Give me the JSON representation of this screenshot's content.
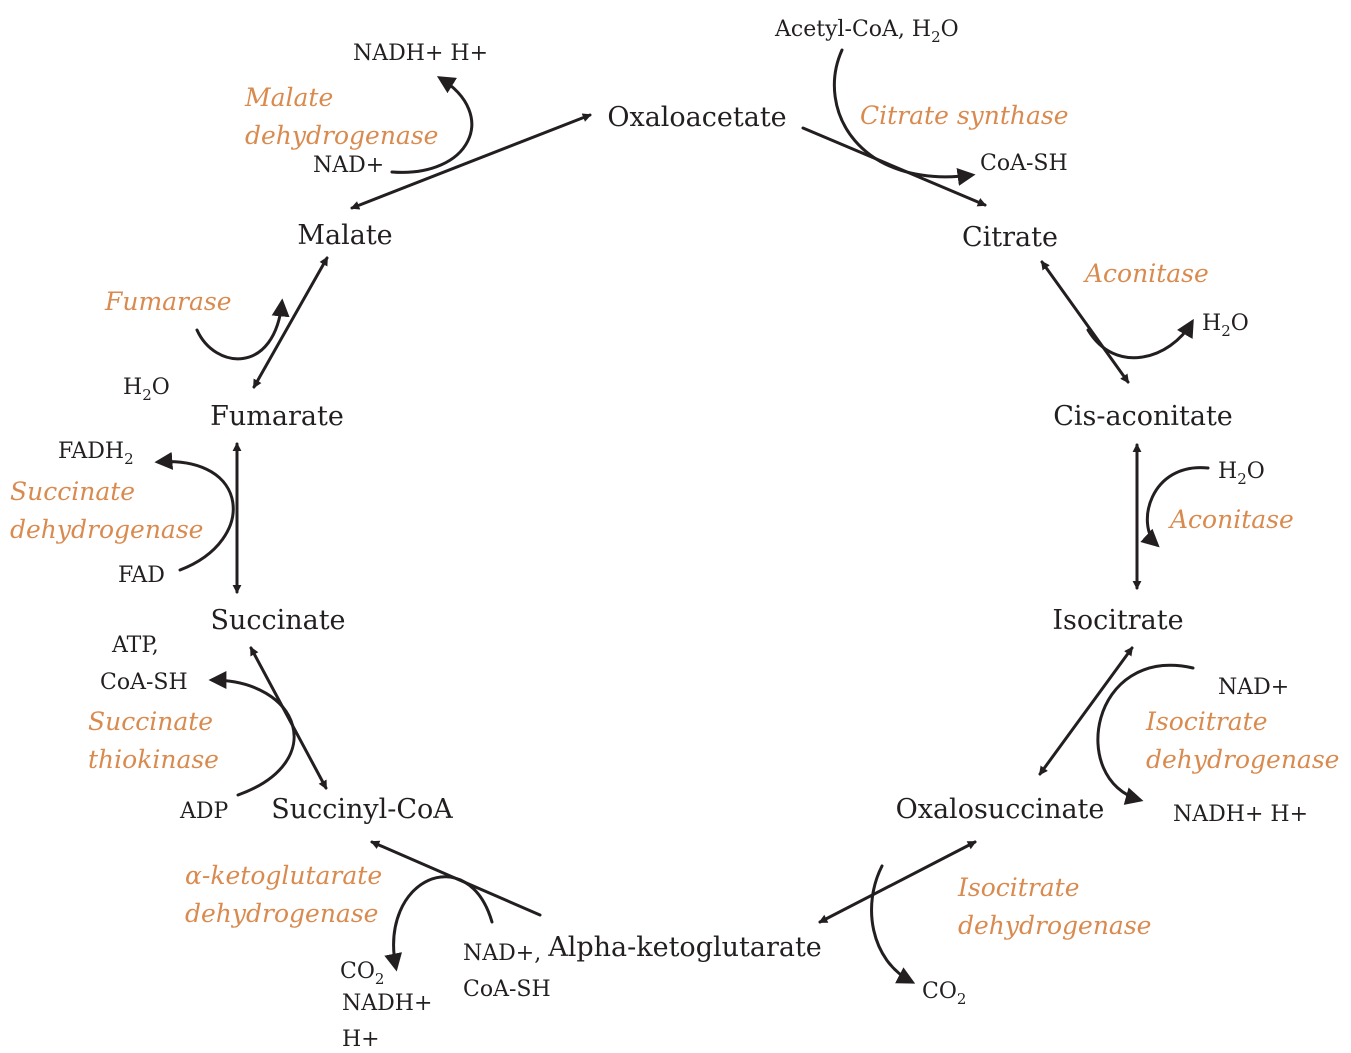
{
  "colors": {
    "enzyme": "#d98a4e",
    "ink": "#231f20",
    "background": "#ffffff"
  },
  "metabolites": {
    "oxaloacetate": "Oxaloacetate",
    "citrate": "Citrate",
    "cis_aconitate": "Cis-aconitate",
    "isocitrate": "Isocitrate",
    "oxalosuccinate": "Oxalosuccinate",
    "alpha_ketoglutarate": "Alpha-ketoglutarate",
    "succinyl_coa": "Succinyl-CoA",
    "succinate": "Succinate",
    "fumarate": "Fumarate",
    "malate": "Malate"
  },
  "enzymes": {
    "citrate_synthase": "Citrate synthase",
    "aconitase_1": "Aconitase",
    "aconitase_2": "Aconitase",
    "isocitrate_dh_1": [
      "Isocitrate",
      "dehydrogenase"
    ],
    "isocitrate_dh_2": [
      "Isocitrate",
      "dehydrogenase"
    ],
    "akg_dh": [
      "α-ketoglutarate",
      "dehydrogenase"
    ],
    "succinate_thiokinase": [
      "Succinate",
      "thiokinase"
    ],
    "succinate_dh": [
      "Succinate",
      "dehydrogenase"
    ],
    "fumarase": "Fumarase",
    "malate_dh": [
      "Malate",
      "dehydrogenase"
    ]
  },
  "cofactors": {
    "acetyl_coa_h2o": {
      "main": "Acetyl-CoA, H",
      "sub": "2",
      "tail": "O"
    },
    "coash_citrate": "CoA-SH",
    "h2o_aconitase_out": {
      "main": "H",
      "sub": "2",
      "tail": "O"
    },
    "h2o_aconitase_in": {
      "main": "H",
      "sub": "2",
      "tail": "O"
    },
    "nad_isocitrate": "NAD+",
    "nadh_isocitrate": "NADH+ H+",
    "co2_oxalosuccinate": {
      "main": "CO",
      "sub": "2",
      "tail": ""
    },
    "nad_coash_akg": [
      "NAD+,",
      "CoA-SH"
    ],
    "co2_nadh_akg": {
      "main": "CO",
      "sub": "2",
      "lines": [
        "NADH+",
        "H+"
      ]
    },
    "adp": "ADP",
    "atp_coash": [
      "ATP,",
      "CoA-SH"
    ],
    "fad": "FAD",
    "fadh2": {
      "main": "FADH",
      "sub": "2",
      "tail": ""
    },
    "h2o_fumarase": {
      "main": "H",
      "sub": "2",
      "tail": "O"
    },
    "nad_malate": "NAD+",
    "nadh_malate": "NADH+ H+"
  }
}
